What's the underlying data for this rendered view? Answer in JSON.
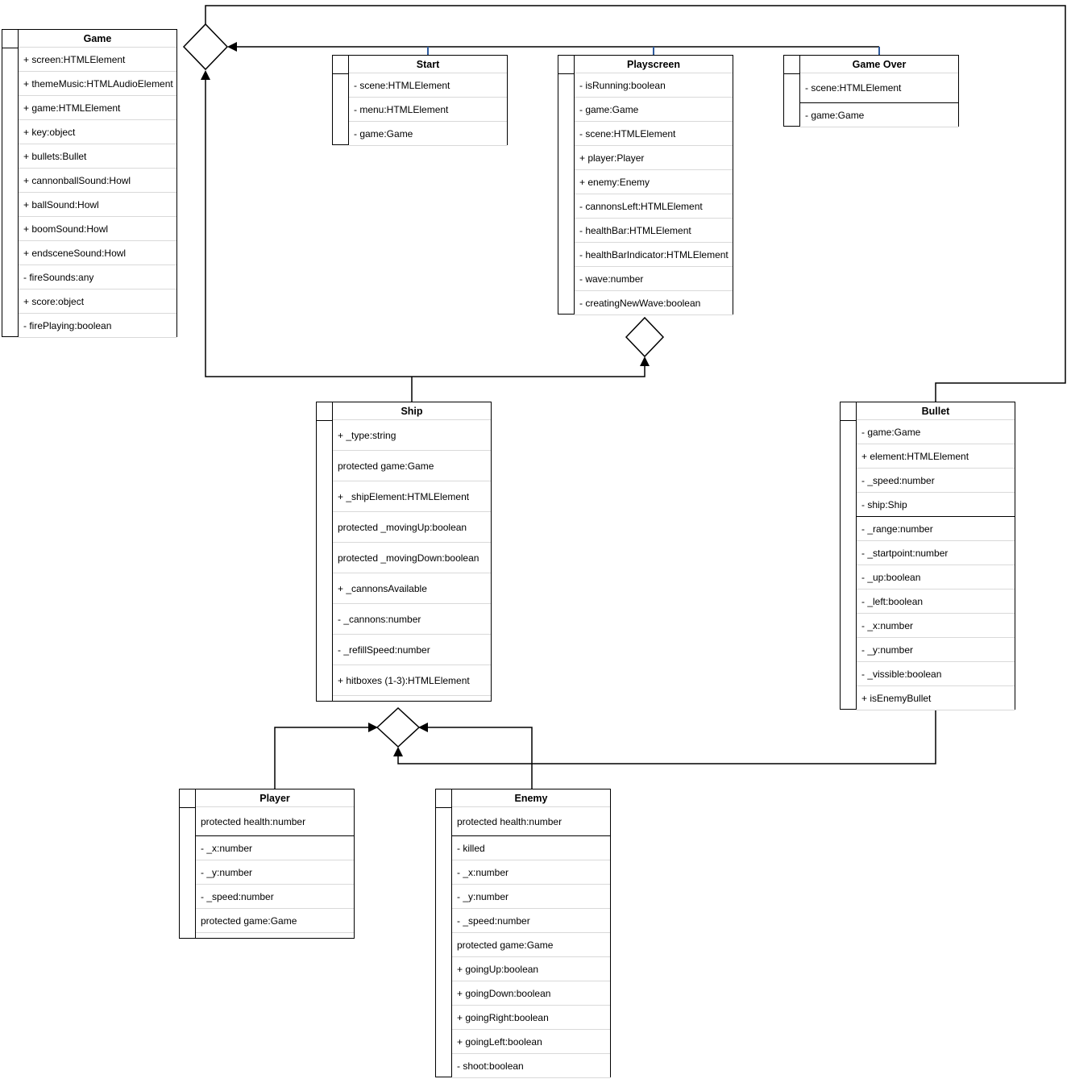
{
  "diagram": {
    "type": "uml-class-diagram",
    "classes": [
      {
        "id": "game",
        "title": "Game",
        "fields": [
          "+ screen:HTMLElement",
          "+ themeMusic:HTMLAudioElement",
          "+ game:HTMLElement",
          "+ key:object",
          "+ bullets:Bullet",
          "+ cannonballSound:Howl",
          "+ ballSound:Howl",
          "+ boomSound:Howl",
          "+ endsceneSound:Howl",
          "- fireSounds:any",
          "+ score:object",
          "- firePlaying:boolean"
        ]
      },
      {
        "id": "start",
        "title": "Start",
        "fields": [
          "- scene:HTMLElement",
          "- menu:HTMLElement",
          "- game:Game"
        ]
      },
      {
        "id": "playscreen",
        "title": "Playscreen",
        "fields": [
          "- isRunning:boolean",
          "- game:Game",
          "- scene:HTMLElement",
          "+ player:Player",
          "+ enemy:Enemy",
          "- cannonsLeft:HTMLElement",
          "- healthBar:HTMLElement",
          "- healthBarIndicator:HTMLElement",
          "- wave:number",
          "- creatingNewWave:boolean"
        ]
      },
      {
        "id": "gameover",
        "title": "Game Over",
        "fields": [
          "- scene:HTMLElement",
          "- game:Game"
        ]
      },
      {
        "id": "ship",
        "title": "Ship",
        "fields": [
          "+ _type:string",
          "protected game:Game",
          "+ _shipElement:HTMLElement",
          "protected _movingUp:boolean",
          "protected _movingDown:boolean",
          "+ _cannonsAvailable",
          "- _cannons:number",
          "- _refillSpeed:number",
          "+ hitboxes (1-3):HTMLElement"
        ]
      },
      {
        "id": "bullet",
        "title": "Bullet",
        "fields": [
          "- game:Game",
          "+ element:HTMLElement",
          "- _speed:number",
          "- ship:Ship",
          "- _range:number",
          "- _startpoint:number",
          "- _up:boolean",
          "- _left:boolean",
          "- _x:number",
          "- _y:number",
          "- _vissible:boolean",
          "+ isEnemyBullet"
        ]
      },
      {
        "id": "player",
        "title": "Player",
        "fields": [
          "protected health:number",
          "- _x:number",
          "- _y:number",
          "- _speed:number",
          "protected game:Game"
        ]
      },
      {
        "id": "enemy",
        "title": "Enemy",
        "fields": [
          "protected health:number",
          "- killed",
          "- _x:number",
          "- _y:number",
          "- _speed:number",
          "protected game:Game",
          "+ goingUp:boolean",
          "+ goingDown:boolean",
          "+ goingRight:boolean",
          "+ goingLeft:boolean",
          "- shoot:boolean"
        ]
      }
    ],
    "relationships": [
      {
        "from": "Start",
        "to": "Game",
        "type": "aggregation"
      },
      {
        "from": "Playscreen",
        "to": "Game",
        "type": "aggregation"
      },
      {
        "from": "Game Over",
        "to": "Game",
        "type": "aggregation"
      },
      {
        "from": "Bullet",
        "to": "Game",
        "type": "aggregation"
      },
      {
        "from": "Ship",
        "to": "Game",
        "type": "aggregation"
      },
      {
        "from": "Ship",
        "to": "Playscreen",
        "type": "aggregation"
      },
      {
        "from": "Player",
        "to": "Ship",
        "type": "aggregation"
      },
      {
        "from": "Enemy",
        "to": "Ship",
        "type": "aggregation"
      },
      {
        "from": "Bullet",
        "to": "Ship",
        "type": "aggregation"
      }
    ],
    "colors": {
      "line": "#000000",
      "stub": "#2e5b9e",
      "row_divider": "#d9d9d9",
      "box_fill": "#ffffff"
    }
  }
}
